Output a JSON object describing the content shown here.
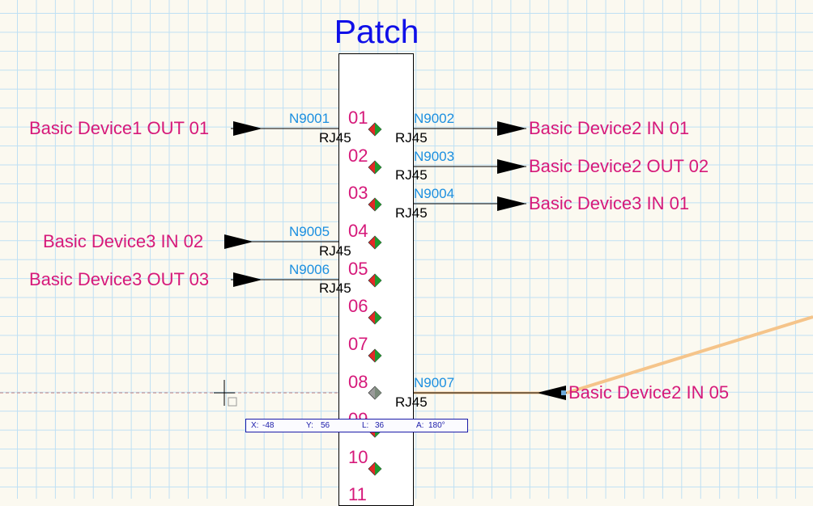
{
  "title": "Patch",
  "ports": [
    "01",
    "02",
    "03",
    "04",
    "05",
    "06",
    "07",
    "08",
    "09",
    "10",
    "11"
  ],
  "connections": {
    "c1": {
      "net": "N9001",
      "conn": "RJ45",
      "device": "Basic Device1 OUT 01"
    },
    "c2": {
      "net": "N9002",
      "conn": "RJ45",
      "device": "Basic Device2 IN 01"
    },
    "c3": {
      "net": "N9003",
      "conn": "RJ45",
      "device": "Basic Device2 OUT 02"
    },
    "c4": {
      "net": "N9004",
      "conn": "RJ45",
      "device": "Basic Device3 IN 01"
    },
    "c5": {
      "net": "N9005",
      "conn": "RJ45",
      "device": "Basic Device3 IN 02"
    },
    "c6": {
      "net": "N9006",
      "conn": "RJ45",
      "device": "Basic Device3 OUT 03"
    },
    "c7": {
      "net": "N9007",
      "conn": "RJ45",
      "device": "Basic Device2 IN 05"
    }
  },
  "readout": {
    "x_label": "X:",
    "x": "-48",
    "y_label": "Y:",
    "y": "56",
    "l_label": "L:",
    "l": "36",
    "a_label": "A:",
    "a": "180°"
  },
  "colors": {
    "port_text": "#d6197a",
    "net_text": "#1b8fe0",
    "title": "#1010e8",
    "grid": "#bfe0f4",
    "cable": "#f5c48a"
  }
}
